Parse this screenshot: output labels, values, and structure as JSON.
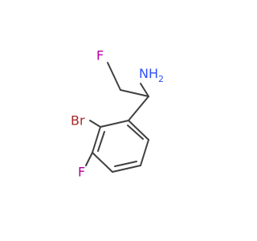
{
  "molecule": {
    "atoms": {
      "fluorine_top": {
        "label": "F",
        "color": "#B5009E"
      },
      "amine": {
        "label": "NH",
        "subscript": "2",
        "color": "#3050F8"
      },
      "bromine": {
        "label": "Br",
        "color": "#A62929"
      },
      "fluorine_ring": {
        "label": "F",
        "color": "#B5009E"
      }
    },
    "bond_color": "#404040"
  }
}
